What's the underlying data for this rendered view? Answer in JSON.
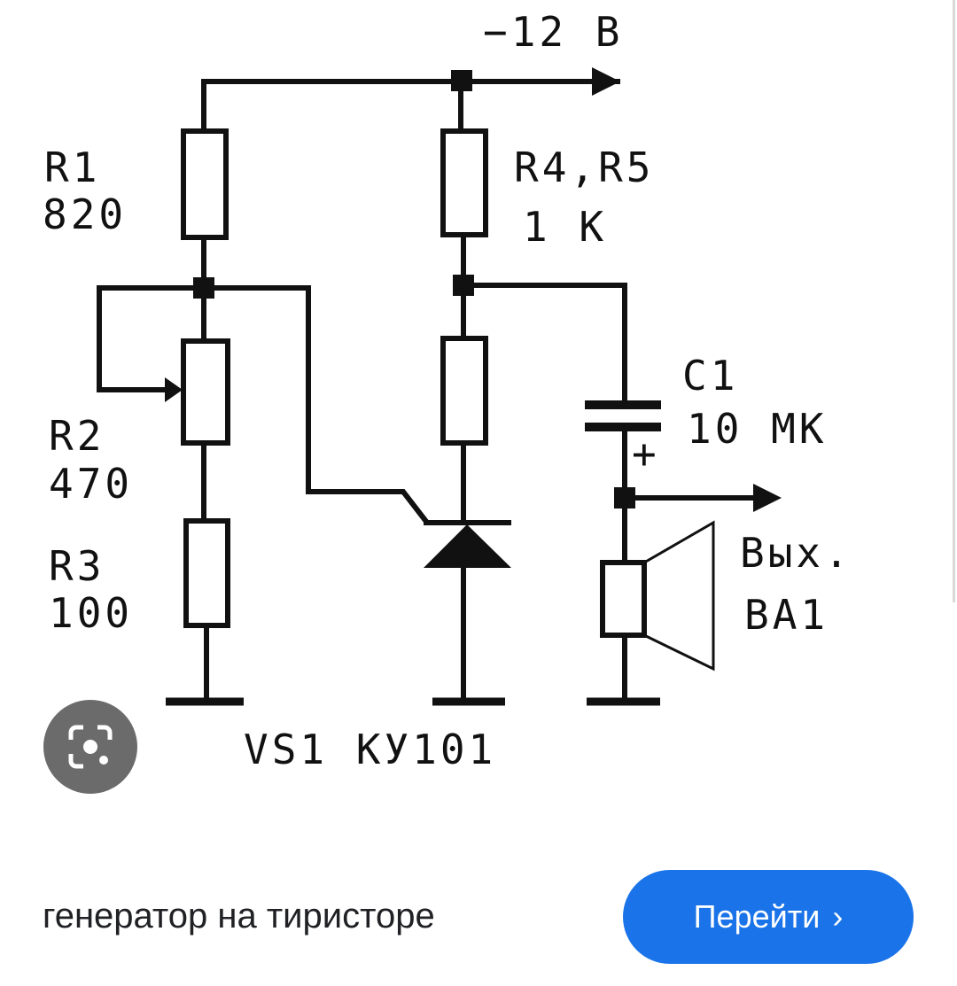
{
  "diagram": {
    "supply": "−12 В",
    "r1_name": "R1",
    "r1_value": "820",
    "r45_name": "R4,R5",
    "r45_value": "1 К",
    "c1_name": "C1",
    "c1_value": "10 МК",
    "c1_polarity": "+",
    "r2_name": "R2",
    "r2_value": "470",
    "r3_name": "R3",
    "r3_value": "100",
    "out_label": "Вых.",
    "speaker_name": "BA1",
    "thyristor": "VS1 КУ101"
  },
  "caption": "генератор на тиристоре",
  "go_button": {
    "label": "Перейти",
    "chevron": "›"
  },
  "colors": {
    "accent": "#1a73e8",
    "lens_bg": "#6b6b6b"
  }
}
